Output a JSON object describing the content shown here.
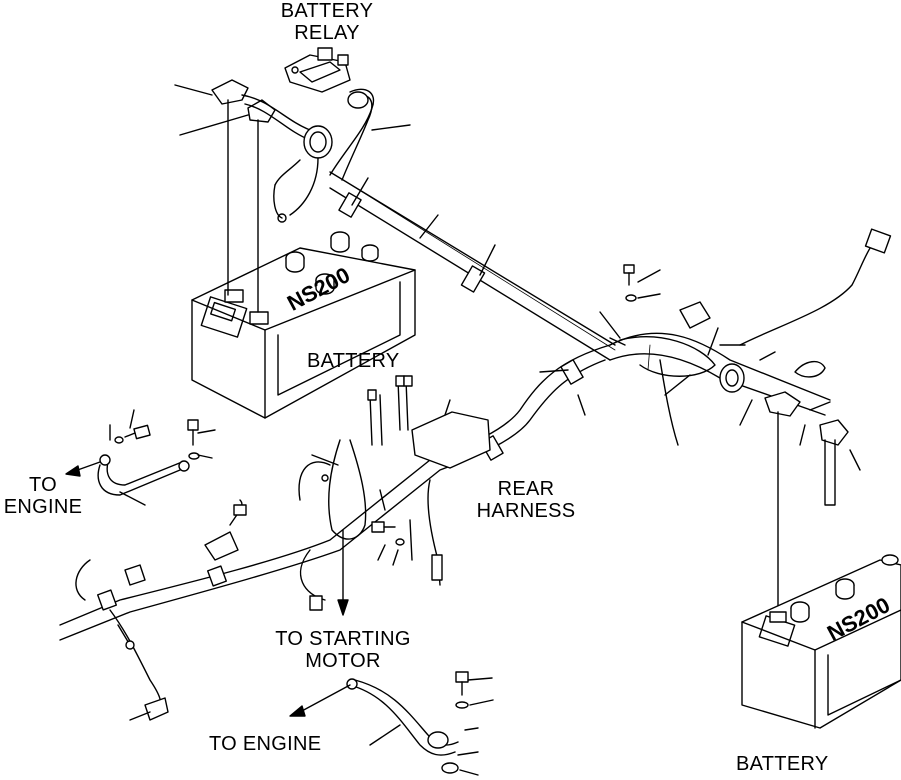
{
  "labels": {
    "battery_relay": [
      "BATTERY",
      "RELAY"
    ],
    "battery_left": "BATTERY",
    "rear_harness": [
      "REAR",
      "HARNESS"
    ],
    "to_engine_left": [
      "TO",
      "ENGINE"
    ],
    "to_starting_motor": [
      "TO STARTING",
      "MOTOR"
    ],
    "to_engine_bottom": "TO ENGINE",
    "battery_right": "BATTERY"
  },
  "battery_marking": "NS200"
}
